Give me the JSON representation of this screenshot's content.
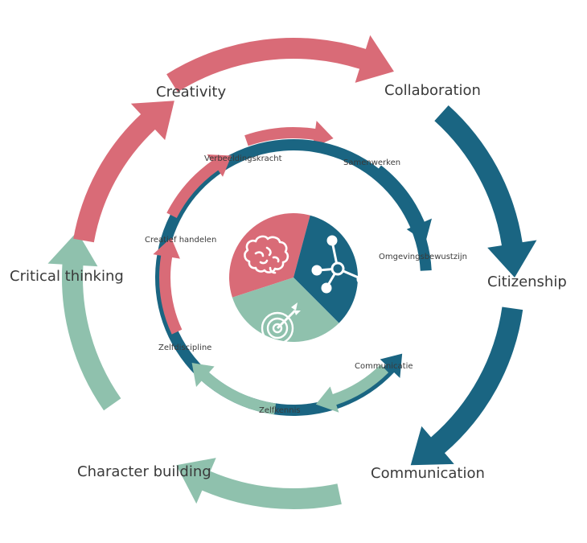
{
  "colors": {
    "pink": "#d96b77",
    "teal": "#1a6582",
    "mint": "#8fc1ad",
    "text": "#3a3a3a",
    "icon": "#ffffff"
  },
  "outer": {
    "creativity": "Creativity",
    "collaboration": "Collaboration",
    "citizenship": "Citizenship",
    "communication": "Communication",
    "character_building": "Character building",
    "critical_thinking": "Critical thinking"
  },
  "inner": {
    "verbeeldingskracht": "Verbeeldingskracht",
    "samenwerken": "Samenwerken",
    "omgevingsbewustzijn": "Omgevingsbewustzijn",
    "communicatie": "Communicatie",
    "zelfkennis": "Zelfkennis",
    "zelfdiscipline": "Zelfdiscipline",
    "creatief_handelen": "Creatief handelen"
  },
  "center": {
    "segments": [
      {
        "name": "pink",
        "icon": "brain-icon"
      },
      {
        "name": "teal",
        "icon": "network-icon"
      },
      {
        "name": "mint",
        "icon": "target-icon"
      }
    ]
  }
}
